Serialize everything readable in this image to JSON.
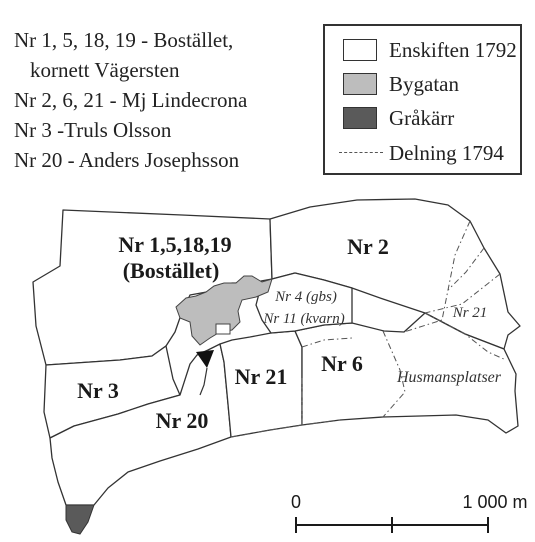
{
  "owners": [
    "Nr 1, 5, 18, 19 - Bostället,",
    "kornett Vägersten",
    "Nr 2, 6, 21 - Mj Lindecrona",
    "Nr 3 -Truls Olsson",
    "Nr 20 - Anders Josephsson"
  ],
  "legend": {
    "items": [
      {
        "label": "Enskiften 1792",
        "kind": "swatch",
        "color": "#ffffff"
      },
      {
        "label": "Bygatan",
        "kind": "swatch",
        "color": "#bdbdbd"
      },
      {
        "label": "Gråkärr",
        "kind": "swatch",
        "color": "#5a5a5a"
      },
      {
        "label": "Delning 1794",
        "kind": "dash",
        "color": "#555555"
      }
    ]
  },
  "map": {
    "parcels": [
      {
        "label_lines": [
          "Nr 1,5,18,19",
          "(Bostället)"
        ],
        "style": "bold"
      },
      {
        "label_lines": [
          "Nr 2"
        ],
        "style": "bold"
      },
      {
        "label_lines": [
          "Nr 3"
        ],
        "style": "bold"
      },
      {
        "label_lines": [
          "Nr 20"
        ],
        "style": "bold"
      },
      {
        "label_lines": [
          "Nr 21"
        ],
        "style": "bold"
      },
      {
        "label_lines": [
          "Nr 6"
        ],
        "style": "bold"
      }
    ],
    "small_labels": [
      "Nr 4 (gbs)",
      "Nr 11 (kvarn)",
      "Nr 21",
      "Husmansplatser"
    ]
  },
  "scale": {
    "start": "0",
    "end": "1 000 m"
  },
  "colors": {
    "line": "#333333",
    "bygatan": "#bdbdbd",
    "grakarr": "#5a5a5a"
  }
}
